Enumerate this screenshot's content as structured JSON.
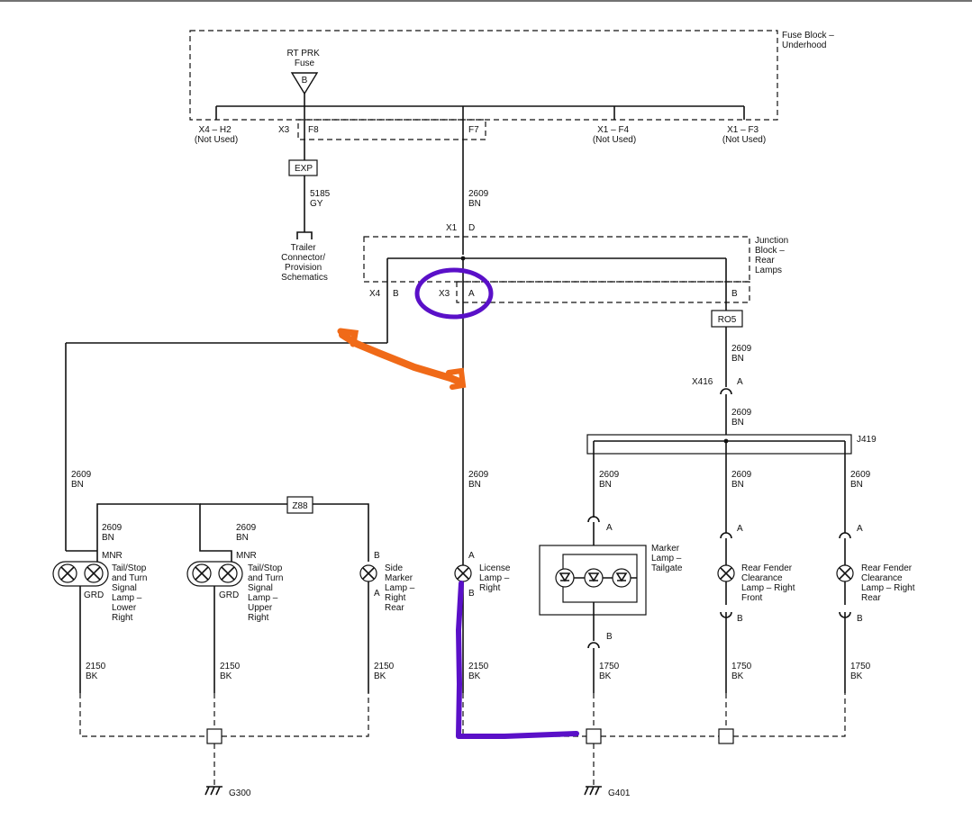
{
  "labels": {
    "fuse_block": [
      "Fuse Block –",
      "Underhood"
    ],
    "rt_prk_fuse": [
      "RT PRK",
      "Fuse"
    ],
    "fuse_pin": "B",
    "x4_h2": [
      "X4 – H2",
      "(Not Used)"
    ],
    "x3": "X3",
    "f8": "F8",
    "f7": "F7",
    "x1_f4": [
      "X1 – F4",
      "(Not Used)"
    ],
    "x1_f3": [
      "X1 – F3",
      "(Not Used)"
    ],
    "exp": "EXP",
    "w5185": [
      "5185",
      "GY"
    ],
    "trailer": [
      "Trailer",
      "Connector/",
      "Provision",
      "Schematics"
    ],
    "w2609_center": [
      "2609",
      "BN"
    ],
    "x1": "X1",
    "d": "D",
    "junction_block": [
      "Junction",
      "Block –",
      "Rear",
      "Lamps"
    ],
    "x4": "X4",
    "b": "B",
    "x3_jb": "X3",
    "a": "A",
    "ro5": "RO5",
    "w2609_r1": [
      "2609",
      "BN"
    ],
    "x416": "X416",
    "w2609_r2": [
      "2609",
      "BN"
    ],
    "j419": "J419",
    "w2609_left": [
      "2609",
      "BN"
    ],
    "z88": "Z88",
    "w2609_m1": [
      "2609",
      "BN"
    ],
    "w2609_m2": [
      "2609",
      "BN"
    ],
    "mnr": "MNR",
    "grd": "GRD",
    "tail_lower": [
      "Tail/Stop",
      "and Turn",
      "Signal",
      "Lamp –",
      "Lower",
      "Right"
    ],
    "tail_upper": [
      "Tail/Stop",
      "and Turn",
      "Signal",
      "Lamp –",
      "Upper",
      "Right"
    ],
    "side_marker": [
      "Side",
      "Marker",
      "Lamp –",
      "Right",
      "Rear"
    ],
    "license": [
      "License",
      "Lamp –",
      "Right"
    ],
    "marker_tailgate": [
      "Marker",
      "Lamp –",
      "Tailgate"
    ],
    "rf_front": [
      "Rear Fender",
      "Clearance",
      "Lamp – Right",
      "Front"
    ],
    "rf_rear": [
      "Rear Fender",
      "Clearance",
      "Lamp – Right",
      "Rear"
    ],
    "w2609_j1": [
      "2609",
      "BN"
    ],
    "w2609_j2": [
      "2609",
      "BN"
    ],
    "w2609_j3": [
      "2609",
      "BN"
    ],
    "w2150": [
      "2150",
      "BK"
    ],
    "w1750": [
      "1750",
      "BK"
    ],
    "g300": "G300",
    "g401": "G401"
  },
  "annotation_colors": {
    "purple": "#5a10c8",
    "orange": "#f06a18"
  }
}
